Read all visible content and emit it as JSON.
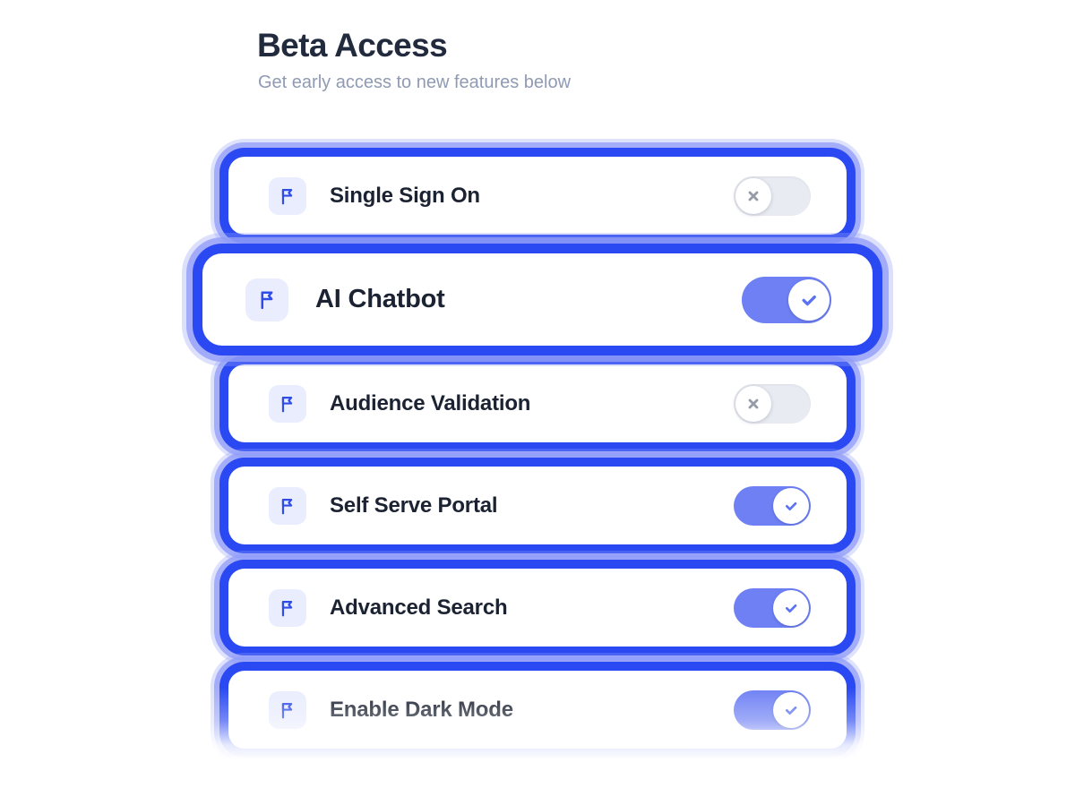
{
  "header": {
    "title": "Beta Access",
    "subtitle": "Get early access to new features below"
  },
  "features": [
    {
      "label": "Single Sign On",
      "enabled": false,
      "focused": false
    },
    {
      "label": "AI Chatbot",
      "enabled": true,
      "focused": true
    },
    {
      "label": "Audience Validation",
      "enabled": false,
      "focused": false
    },
    {
      "label": "Self Serve Portal",
      "enabled": true,
      "focused": false
    },
    {
      "label": "Advanced Search",
      "enabled": true,
      "focused": false
    },
    {
      "label": "Enable Dark Mode",
      "enabled": true,
      "focused": false
    }
  ],
  "icons": {
    "feature": "flag-icon",
    "toggle_on": "check-icon",
    "toggle_off": "x-icon"
  },
  "colors": {
    "ring_blue": "#2a49f2",
    "glow_periwinkle": "#92a0f8",
    "toggle_on_track": "#6e80f4",
    "toggle_off_track": "#e9ebf2",
    "check_blue": "#5b73f0",
    "x_gray": "#959ca9",
    "flag_blue": "#2f4ce8",
    "tile_bg": "#e9edfd",
    "title_text": "#222a3d",
    "subtitle_text": "#8f9ab3",
    "label_text": "#1b2232"
  }
}
